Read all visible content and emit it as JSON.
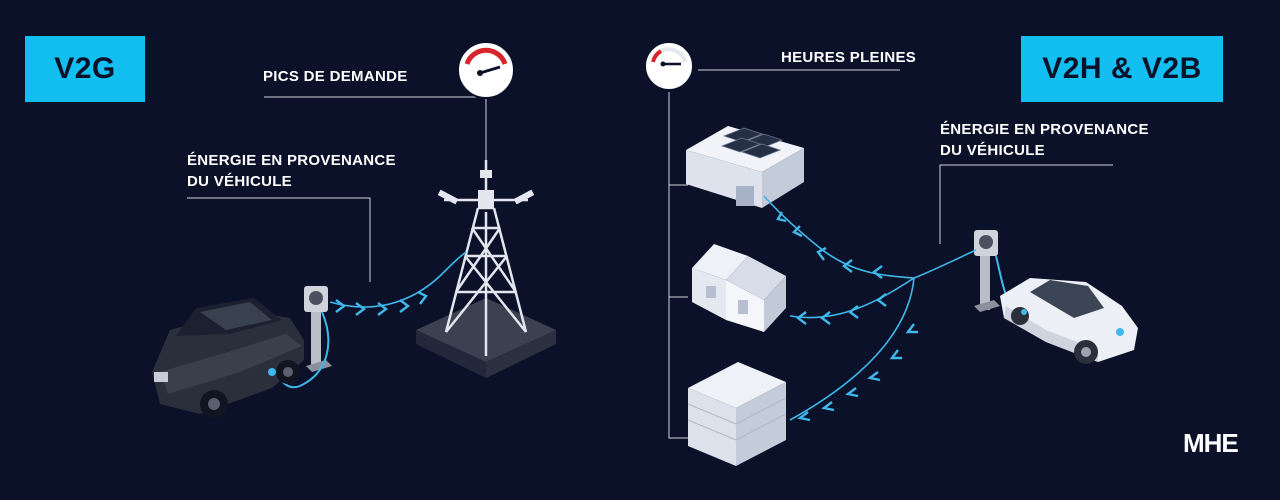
{
  "left": {
    "badge": "V2G",
    "gauge_label": "PICS DE DEMANDE",
    "source_label_line1": "ÉNERGIE EN PROVENANCE",
    "source_label_line2": "DU VÉHICULE"
  },
  "right": {
    "badge": "V2H & V2B",
    "gauge_label": "HEURES PLEINES",
    "source_label_line1": "ÉNERGIE EN PROVENANCE",
    "source_label_line2": "DU VÉHICULE"
  },
  "brand": "MHE",
  "colors": {
    "background": "#0b1129",
    "accent": "#12bff0",
    "flow": "#3fb8ec",
    "gauge_red": "#d8242b"
  },
  "icons": [
    "gauge-icon",
    "transmission-tower",
    "ev-charger",
    "car",
    "solar-office-building",
    "house",
    "apartment-building"
  ]
}
